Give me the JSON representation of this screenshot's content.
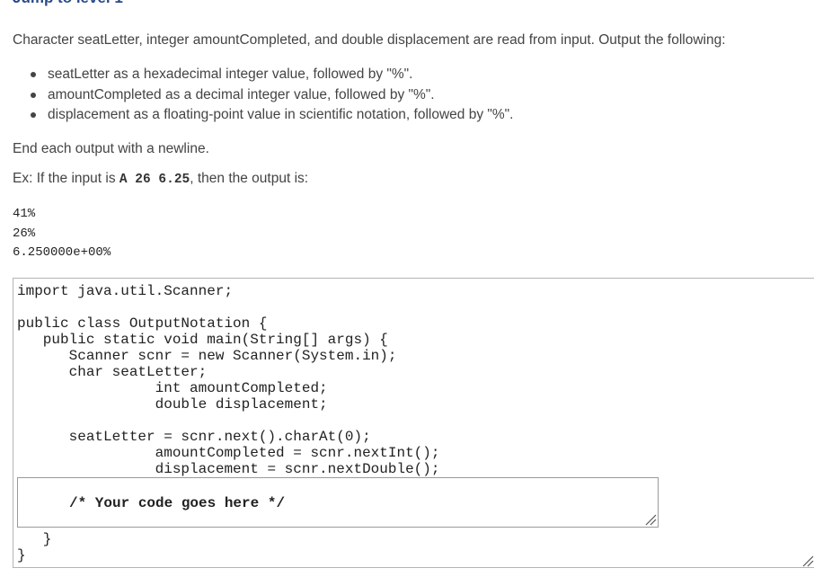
{
  "header": {
    "partial_title": "Jump to level 1"
  },
  "instructions": {
    "intro": "Character seatLetter, integer amountCompleted, and double displacement are read from input. Output the following:",
    "bullets": [
      "seatLetter as a hexadecimal integer value, followed by \"%\".",
      "amountCompleted as a decimal integer value, followed by \"%\".",
      "displacement as a floating-point value in scientific notation, followed by \"%\"."
    ],
    "newline_note": "End each output with a newline.",
    "example_prefix": "Ex: If the input is ",
    "example_input": "A 26 6.25",
    "example_suffix": ", then the output is:"
  },
  "example_output": [
    "41%",
    "26%",
    "6.250000e+00%"
  ],
  "editor": {
    "code_lines": [
      "import java.util.Scanner;",
      "",
      "public class OutputNotation {",
      "   public static void main(String[] args) {",
      "      Scanner scnr = new Scanner(System.in);",
      "      char seatLetter;",
      "                int amountCompleted;",
      "                double displacement;",
      "",
      "      seatLetter = scnr.next().charAt(0);",
      "                amountCompleted = scnr.nextInt();",
      "                displacement = scnr.nextDouble();"
    ],
    "answer_placeholder": "/* Your code goes here */",
    "closing_lines": [
      "   }",
      "}"
    ]
  }
}
